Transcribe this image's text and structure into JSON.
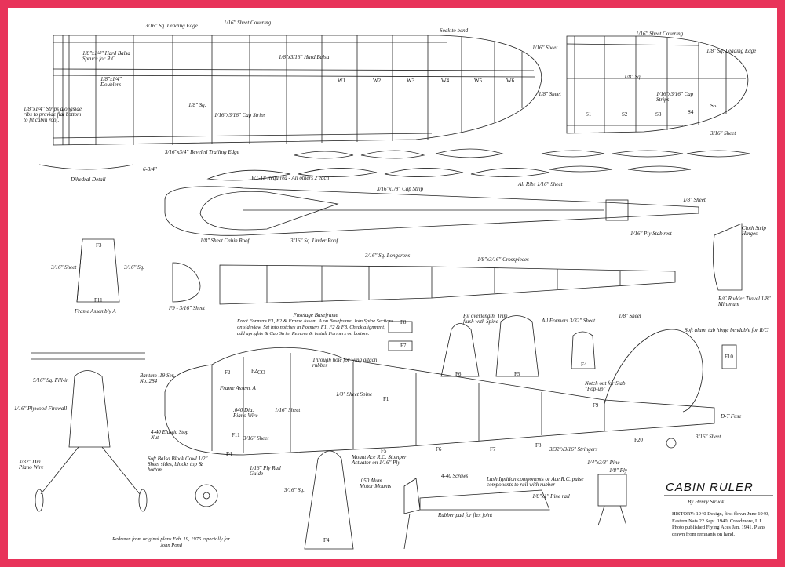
{
  "title": "CABIN RULER",
  "designer": "By Henry Struck",
  "history": "HISTORY: 1940 Design, first flown June 1940, Eastern Nats 22 Sept. 1940, Creedmore, L.I. Photo published Flying Aces Jan. 1941. Plans drawn from remnants on hand.",
  "credit": "Redrawn from original plans Feb. 19, 1976 especially for John Pond",
  "instructions": {
    "heading": "Fuselage Baseframe",
    "body": "Erect Formers F1, F2 & Frame Assem. A on Baseframe. Join Spine Sections on sideview. Set into notches in Formers F1, F2 & F8. Check alignment, add uprights & Cap Strip. Remove & install Formers on bottom."
  },
  "wing_left": {
    "labels": [
      "3/16\" Sq. Leading Edge",
      "1/16\" Sheet Covering",
      "Soak to bend",
      "1/8\"x3/16\" Hard Balsa",
      "1/8\"x1/4\" Hard Balsa Spruce for R.C.",
      "1/8\"x1/4\" Doublers",
      "1/8\"x1/4\" Strips alongside ribs to provide flat bottom to fit cabin roof.",
      "1/8\" Sq.",
      "1/16\"x3/16\" Cap Strips",
      "3/16\"x3/4\" Beveled Trailing Edge"
    ],
    "ribs": [
      "W1",
      "W2",
      "W3",
      "W4",
      "W5",
      "W6"
    ]
  },
  "stab": {
    "labels": [
      "1/16\" Sheet Covering",
      "1/8\" Sq. Leading Edge",
      "1/16\" Sheet",
      "1/8\" Sq.",
      "1/16\"x3/16\" Cap Strips",
      "1/8\" Sheet",
      "3/16\" Sheet"
    ],
    "ribs": [
      "S1",
      "S2",
      "S3",
      "S4",
      "S5"
    ]
  },
  "dihedral": {
    "label": "Dihedral Detail",
    "value": "6-3/4\""
  },
  "rib_note": "W1-18 Required - All others 2 each",
  "all_ribs_note": "All Ribs 1/16\" Sheet",
  "top_view": {
    "labels": [
      "3/16\"x1/8\" Cap Strip",
      "1/8\" Sheet",
      "1/16\" Ply Stab rest",
      "1/8\" Sheet Cabin Roof",
      "3/16\" Sq. Under Roof"
    ]
  },
  "frame_assembly": {
    "labels": [
      "F3",
      "3/16\" Sheet",
      "3/16\" Sq.",
      "F11",
      "Frame Assembly A",
      "F9 - 3/16\" Sheet"
    ]
  },
  "baseframe": {
    "labels": [
      "3/16\" Sq. Longerons",
      "1/8\"x3/16\" Crosspieces"
    ]
  },
  "formers": {
    "labels": [
      "F8",
      "F7",
      "F6",
      "F5",
      "F4",
      "F2",
      "Fit overlength. Trim flush with Spine",
      "All Formers 3/32\" Sheet",
      "1/8\" Sheet",
      "Soft alum. tab hinge bendable for R/C",
      "F10"
    ]
  },
  "rudder": {
    "labels": [
      "Cloth Strip Hinges",
      "R/C Rudder Travel 1/8\" Minimum"
    ]
  },
  "front_view": {
    "labels": [
      "5/16\" Sq. Fill-in",
      "1/16\" Plywood Firewall",
      "3/32\" Dia. Piano Wire"
    ]
  },
  "side_view": {
    "labels": [
      "Bantam .19 Ser. No. 284",
      "Through hole for wing attach rubber",
      "F2",
      "CO",
      "Frame Assem. A",
      "1/8\" Sheet Spine",
      "F1",
      "Notch out for Stab \"Pop-up\"",
      "1/16\" Sheet",
      ".040 Dia. Piano Wire",
      "3/16\" Sheet",
      "4-40 Elastic Stop Nut",
      "F11",
      "F4",
      "Soft Balsa Block Cowl 1/2\" Sheet sides, blocks top & bottom",
      "1/16\" Ply Rail Guide",
      "Mount Ace R.C. Stomper Actuator on 1/16\" Ply",
      "F5",
      "F6",
      "F7",
      "F8",
      "3/32\"x3/16\" Stringers",
      "F9",
      "F20",
      "D-T Fuse",
      "3/16\" Sheet"
    ]
  },
  "motor_mount": {
    "labels": [
      "3/16\" Sq.",
      "F4",
      ".050 Alum. Motor Mounts",
      "4-40 Screws",
      "Lash Ignition components or Ace R.C. pulse components to rail with rubber",
      "1/8\"x1\" Pine rail",
      "Rubber pad for flex joint"
    ]
  },
  "tail_skid": {
    "labels": [
      "1/4\"x3/8\" Pine",
      "1/8\" Ply"
    ]
  }
}
